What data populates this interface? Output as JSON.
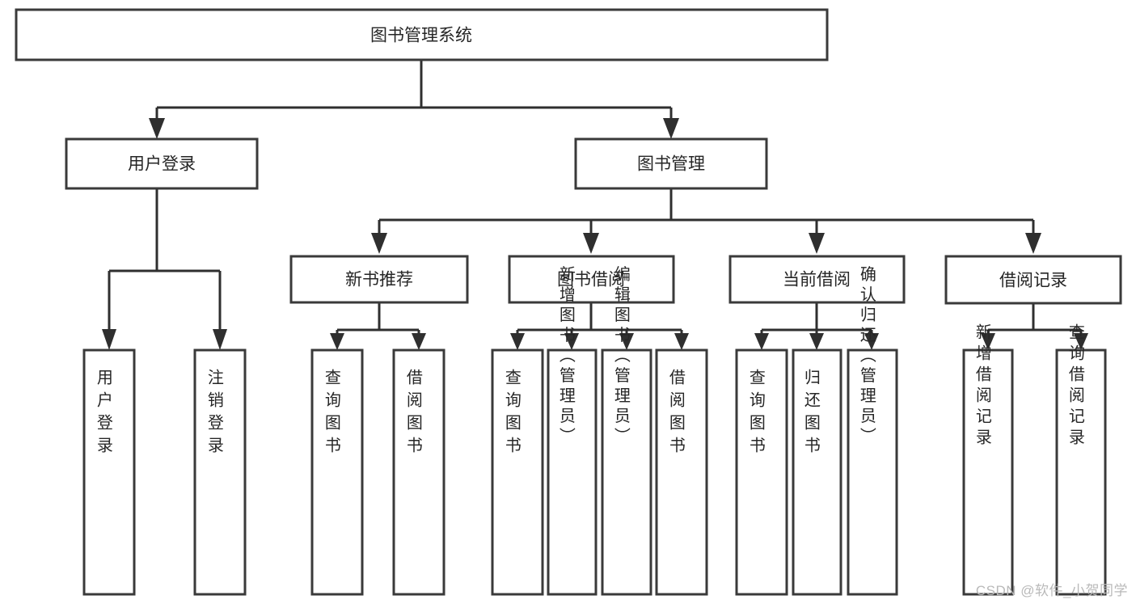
{
  "diagram": {
    "type": "tree-hierarchy",
    "title": "图书管理系统",
    "watermark": "CSDN @软件_小贺同学",
    "root": {
      "id": "root",
      "label": "图书管理系统",
      "orientation": "horizontal"
    },
    "level1": [
      {
        "id": "user-login",
        "label": "用户登录",
        "orientation": "horizontal"
      },
      {
        "id": "book-management",
        "label": "图书管理",
        "orientation": "horizontal"
      }
    ],
    "level2": [
      {
        "id": "new-book-recommend",
        "label": "新书推荐",
        "parent": "book-management",
        "orientation": "horizontal"
      },
      {
        "id": "book-borrow",
        "label": "图书借阅",
        "parent": "book-management",
        "orientation": "horizontal"
      },
      {
        "id": "current-borrow",
        "label": "当前借阅",
        "parent": "book-management",
        "orientation": "horizontal"
      },
      {
        "id": "borrow-record",
        "label": "借阅记录",
        "parent": "book-management",
        "orientation": "horizontal"
      }
    ],
    "leaves": [
      {
        "id": "leaf-user-login",
        "label": "用户登录",
        "parent": "user-login",
        "orientation": "vertical"
      },
      {
        "id": "leaf-user-logout",
        "label": "注销登录",
        "parent": "user-login",
        "orientation": "vertical"
      },
      {
        "id": "leaf-query-book-1",
        "label": "查询图书",
        "parent": "new-book-recommend",
        "orientation": "vertical"
      },
      {
        "id": "leaf-borrow-book-1",
        "label": "借阅图书",
        "parent": "new-book-recommend",
        "orientation": "vertical"
      },
      {
        "id": "leaf-query-book-2",
        "label": "查询图书",
        "parent": "book-borrow",
        "orientation": "vertical"
      },
      {
        "id": "leaf-add-book",
        "label": "新增图书（管理员）",
        "parent": "book-borrow",
        "orientation": "vertical"
      },
      {
        "id": "leaf-edit-book",
        "label": "编辑图书（管理员）",
        "parent": "book-borrow",
        "orientation": "vertical"
      },
      {
        "id": "leaf-borrow-book-2",
        "label": "借阅图书",
        "parent": "book-borrow",
        "orientation": "vertical"
      },
      {
        "id": "leaf-query-book-3",
        "label": "查询图书",
        "parent": "current-borrow",
        "orientation": "vertical"
      },
      {
        "id": "leaf-return-book",
        "label": "归还图书",
        "parent": "current-borrow",
        "orientation": "vertical"
      },
      {
        "id": "leaf-confirm-return",
        "label": "确认归还（管理员）",
        "parent": "current-borrow",
        "orientation": "vertical"
      },
      {
        "id": "leaf-add-record",
        "label": "新增借阅记录",
        "parent": "borrow-record",
        "orientation": "vertical"
      },
      {
        "id": "leaf-query-record",
        "label": "查询借阅记录",
        "parent": "borrow-record",
        "orientation": "vertical"
      }
    ],
    "colors": {
      "background": "#ffffff",
      "box_fill": "#ffffff",
      "box_stroke": "#3a3a3a",
      "connector": "#2f2f2f",
      "text": "#262626",
      "watermark": "#b9b9b9"
    }
  }
}
